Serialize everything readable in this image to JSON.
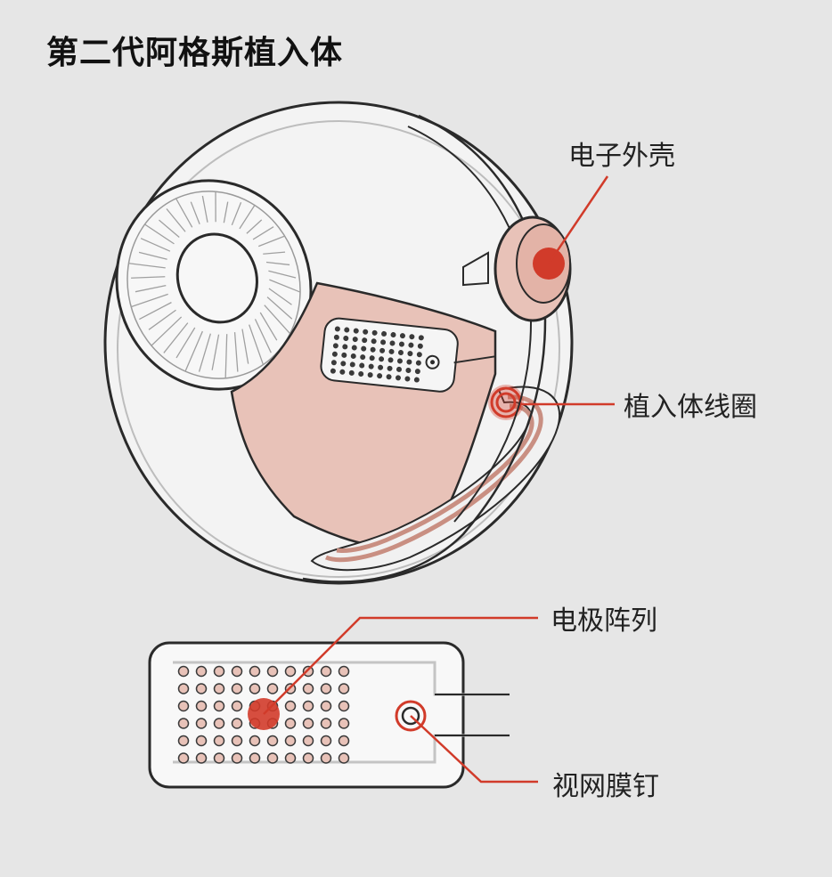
{
  "title": "第二代阿格斯植入体",
  "labels": {
    "shell": "电子外壳",
    "coil": "植入体线圈",
    "array": "电极阵列",
    "tack": "视网膜钉"
  },
  "colors": {
    "background": "#e6e6e6",
    "accent": "#d13b2a",
    "tissue": "#e8c2b8",
    "outline": "#2a2a2a"
  },
  "electrode_grid": {
    "columns": 10,
    "rows": 6
  }
}
